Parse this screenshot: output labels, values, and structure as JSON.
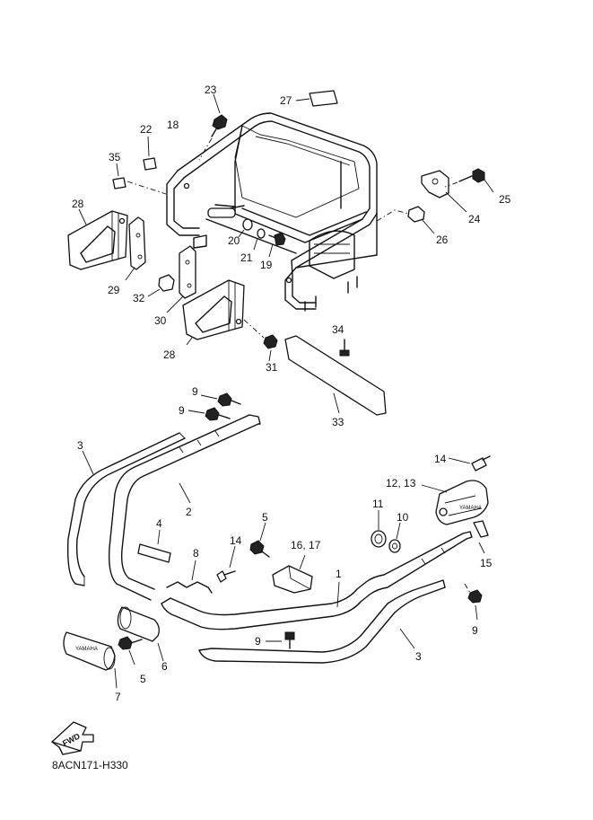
{
  "callouts": {
    "c23": "23",
    "c27": "27",
    "c18": "18",
    "c22": "22",
    "c35": "35",
    "c25": "25",
    "c24": "24",
    "c26": "26",
    "c28a": "28",
    "c20": "20",
    "c21": "21",
    "c19": "19",
    "c29": "29",
    "c32": "32",
    "c30": "30",
    "c28b": "28",
    "c34": "34",
    "c31": "31",
    "c33": "33",
    "c9a": "9",
    "c9b": "9",
    "c3a": "3",
    "c2": "2",
    "c14a": "14",
    "c12_13": "12, 13",
    "c11": "11",
    "c10": "10",
    "c15": "15",
    "c4": "4",
    "c5a": "5",
    "c8": "8",
    "c14b": "14",
    "c16_17": "16, 17",
    "c1": "1",
    "c9c": "9",
    "c9d": "9",
    "c3b": "3",
    "c6": "6",
    "c5b": "5",
    "c7": "7"
  },
  "fwd_label": "FWD",
  "logo_text": "YAMAHA",
  "footer_code": "8ACN171-H330"
}
